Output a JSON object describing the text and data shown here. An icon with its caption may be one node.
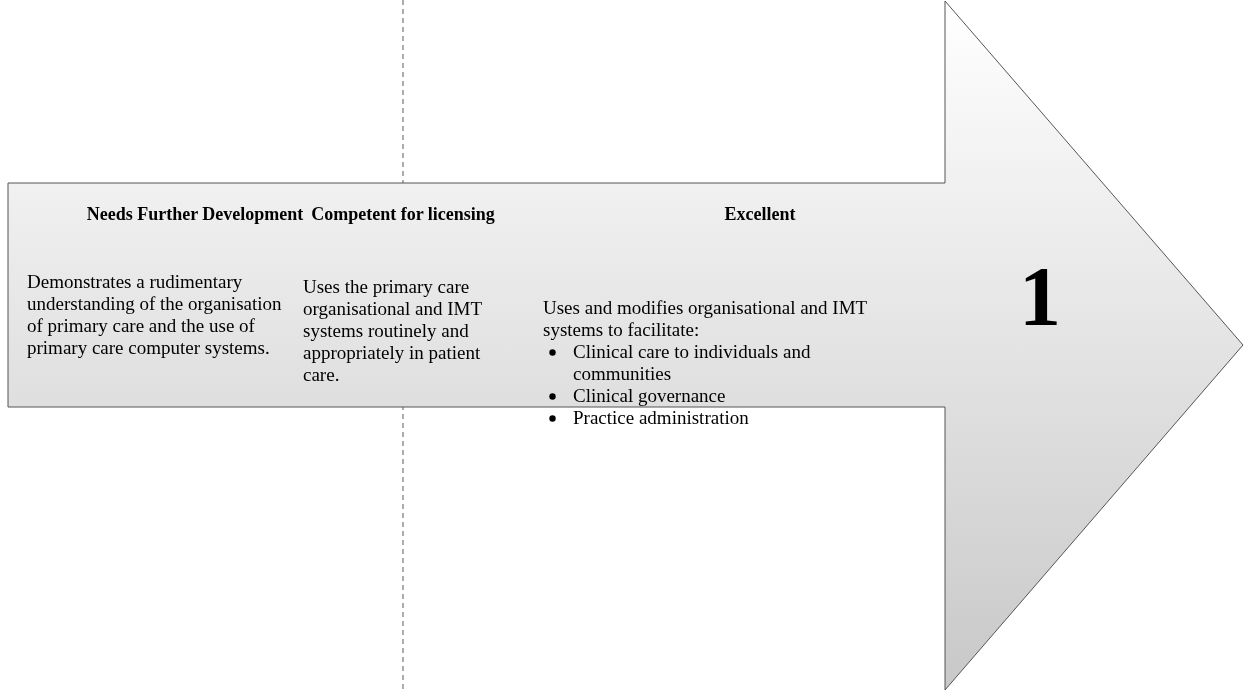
{
  "diagram": {
    "nodes": [
      {
        "text": [
          "Needs Further Development",
          "Demonstrates a rudimentary understanding of the organisation of primary care and the use of primary care computer systems.",
          "Competent for licensing",
          "Uses the primary care organisational and IMT systems routinely and appropriately in patient care.",
          "Excellent",
          "Uses and modifies organisational and IMT systems to facilitate:",
          "Clinical care to individuals and communities",
          "Clinical governance",
          "Practice administration",
          "1"
        ]
      }
    ],
    "edges": []
  }
}
